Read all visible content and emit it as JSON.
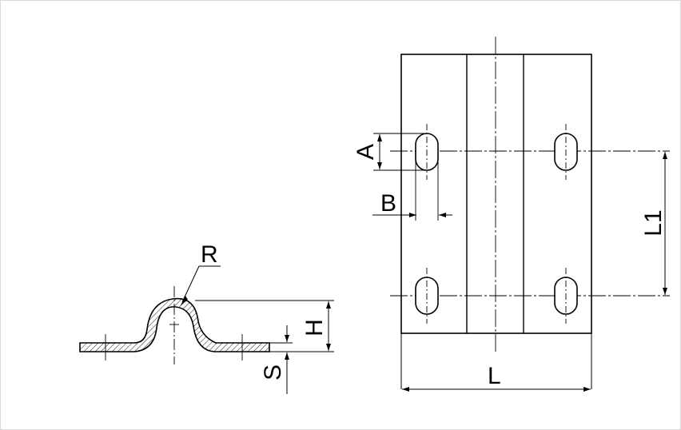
{
  "labels": {
    "R": "R",
    "H": "H",
    "S": "S",
    "A": "A",
    "B": "B",
    "L1": "L1",
    "L": "L"
  },
  "colors": {
    "line": "#000000",
    "background": "#ffffff",
    "frame": "#d9d9d9"
  }
}
